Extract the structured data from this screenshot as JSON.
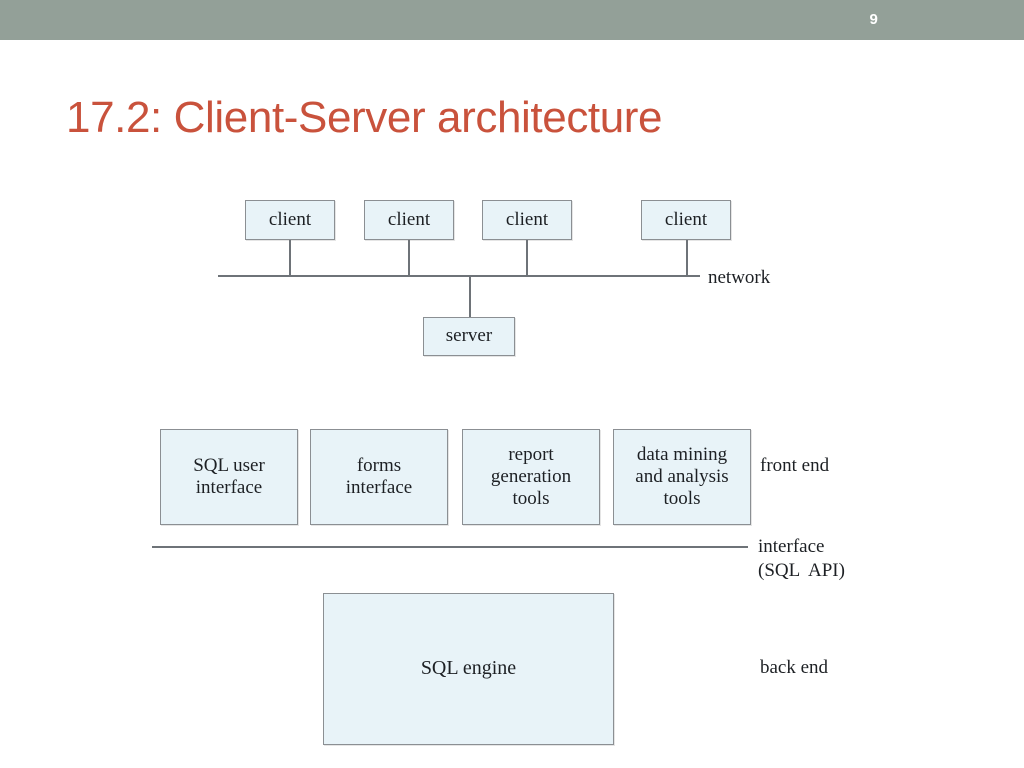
{
  "slide": {
    "number": "9",
    "title": "17.2: Client-Server architecture",
    "title_color": "#c9523c",
    "banner_color": "#93a098"
  },
  "diagram_top": {
    "name": "client-server-network-diagram",
    "clients": [
      {
        "label": "client"
      },
      {
        "label": "client"
      },
      {
        "label": "client"
      },
      {
        "label": "client"
      }
    ],
    "server": {
      "label": "server"
    },
    "network_label": "network"
  },
  "diagram_bottom": {
    "name": "sql-system-architecture-diagram",
    "front_end_boxes": [
      {
        "label": "SQL user\ninterface"
      },
      {
        "label": "forms\ninterface"
      },
      {
        "label": "report\ngeneration\ntools"
      },
      {
        "label": "data mining\nand analysis\ntools"
      }
    ],
    "front_end_label": "front end",
    "interface_label_line1": "interface",
    "interface_label_line2": "(SQL  API)",
    "engine_box": {
      "label": "SQL engine"
    },
    "back_end_label": "back end"
  },
  "style": {
    "box_fill": "#e8f3f8",
    "box_border": "#8b8f93",
    "line_color": "#6e7378",
    "text_color": "#1d2024"
  }
}
